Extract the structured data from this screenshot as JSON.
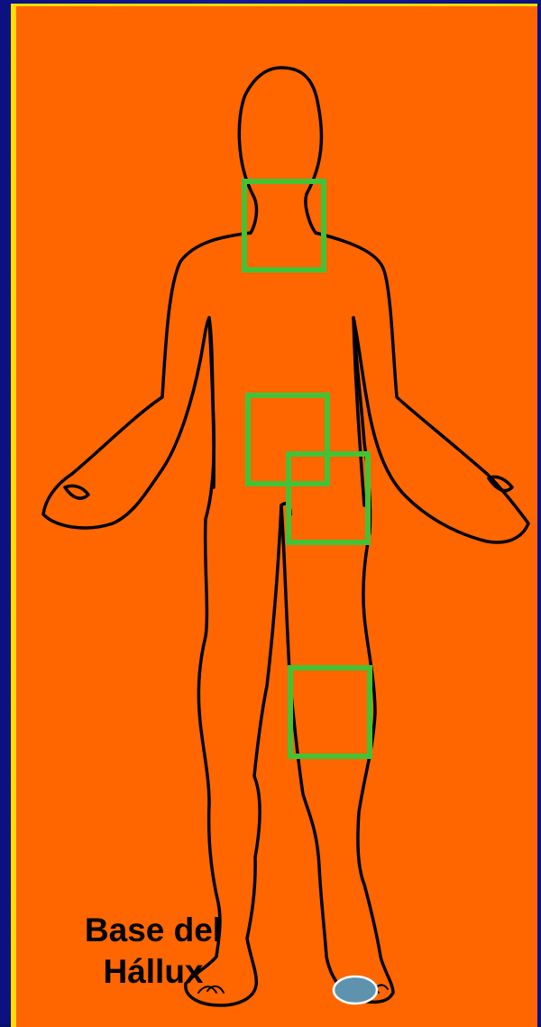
{
  "caption": {
    "line1": "Base del",
    "line2": "Hállux"
  },
  "colors": {
    "background": "#ff6600",
    "frame": "#101a9a",
    "frame_edge": "#ffdd00",
    "outline": "#000000",
    "marker_box": "#44c236",
    "hallux_marker": "#5f93ad"
  },
  "markers": [
    {
      "name": "neck-marker"
    },
    {
      "name": "abdomen-marker"
    },
    {
      "name": "groin-marker"
    },
    {
      "name": "knee-marker"
    }
  ],
  "highlight": {
    "name": "hallux-highlight"
  }
}
